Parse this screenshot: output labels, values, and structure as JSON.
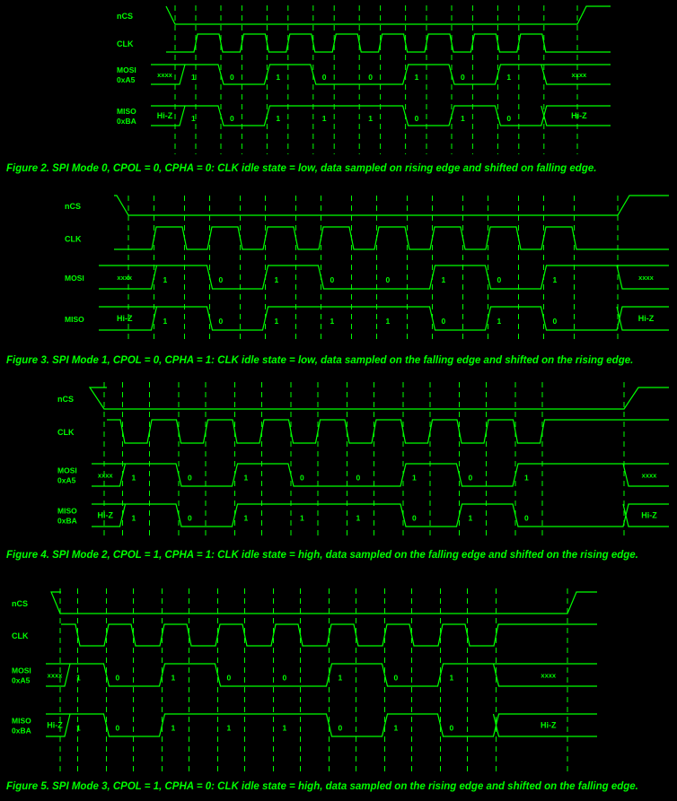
{
  "colors": {
    "background": "#000000",
    "signal": "#00ff00"
  },
  "figures": [
    {
      "caption": "Figure 2. SPI Mode 0, CPOL = 0, CPHA = 0: CLK idle state = low, data sampled on rising edge and shifted on falling edge.",
      "cpol": 0,
      "cpha": 0,
      "ncs_label": "nCS",
      "clk_label": "CLK",
      "mosi_label": [
        "MOSI",
        "0xA5"
      ],
      "miso_label": [
        "MISO",
        "0xBA"
      ],
      "mosi_bits": [
        "1",
        "0",
        "1",
        "0",
        "0",
        "1",
        "0",
        "1"
      ],
      "miso_bits": [
        "1",
        "0",
        "1",
        "1",
        "1",
        "0",
        "1",
        "0"
      ],
      "mosi_idle": "xxxx",
      "miso_idle": "Hi-Z"
    },
    {
      "caption": "Figure 3. SPI Mode 1, CPOL = 0, CPHA = 1: CLK idle state = low, data sampled on the falling edge and shifted on the rising edge.",
      "cpol": 0,
      "cpha": 1,
      "ncs_label": "nCS",
      "clk_label": "CLK",
      "mosi_label": [
        "MOSI"
      ],
      "miso_label": [
        "MISO"
      ],
      "mosi_bits": [
        "1",
        "0",
        "1",
        "0",
        "0",
        "1",
        "0",
        "1"
      ],
      "miso_bits": [
        "1",
        "0",
        "1",
        "1",
        "1",
        "0",
        "1",
        "0"
      ],
      "mosi_idle": "xxxx",
      "miso_idle": "Hi-Z"
    },
    {
      "caption": "Figure 4. SPI Mode 2, CPOL = 1, CPHA = 1: CLK idle state = high, data sampled on the falling edge and shifted on the rising edge.",
      "cpol": 1,
      "cpha": 1,
      "ncs_label": "nCS",
      "clk_label": "CLK",
      "mosi_label": [
        "MOSI",
        "0xA5"
      ],
      "miso_label": [
        "MISO",
        "0xBA"
      ],
      "mosi_bits": [
        "1",
        "0",
        "1",
        "0",
        "0",
        "1",
        "0",
        "1"
      ],
      "miso_bits": [
        "1",
        "0",
        "1",
        "1",
        "1",
        "0",
        "1",
        "0"
      ],
      "mosi_idle": "xxxx",
      "miso_idle": "Hi-Z"
    },
    {
      "caption": "Figure 5. SPI Mode 3, CPOL = 1, CPHA = 0: CLK idle state = high, data sampled on the rising edge and shifted on the falling edge.",
      "cpol": 1,
      "cpha": 0,
      "ncs_label": "nCS",
      "clk_label": "CLK",
      "mosi_label": [
        "MOSI",
        "0xA5"
      ],
      "miso_label": [
        "MISO",
        "0xBA"
      ],
      "mosi_bits": [
        "1",
        "0",
        "1",
        "0",
        "0",
        "1",
        "0",
        "1"
      ],
      "miso_bits": [
        "1",
        "0",
        "1",
        "1",
        "1",
        "0",
        "1",
        "0"
      ],
      "mosi_idle": "xxxx",
      "miso_idle": "Hi-Z"
    }
  ]
}
